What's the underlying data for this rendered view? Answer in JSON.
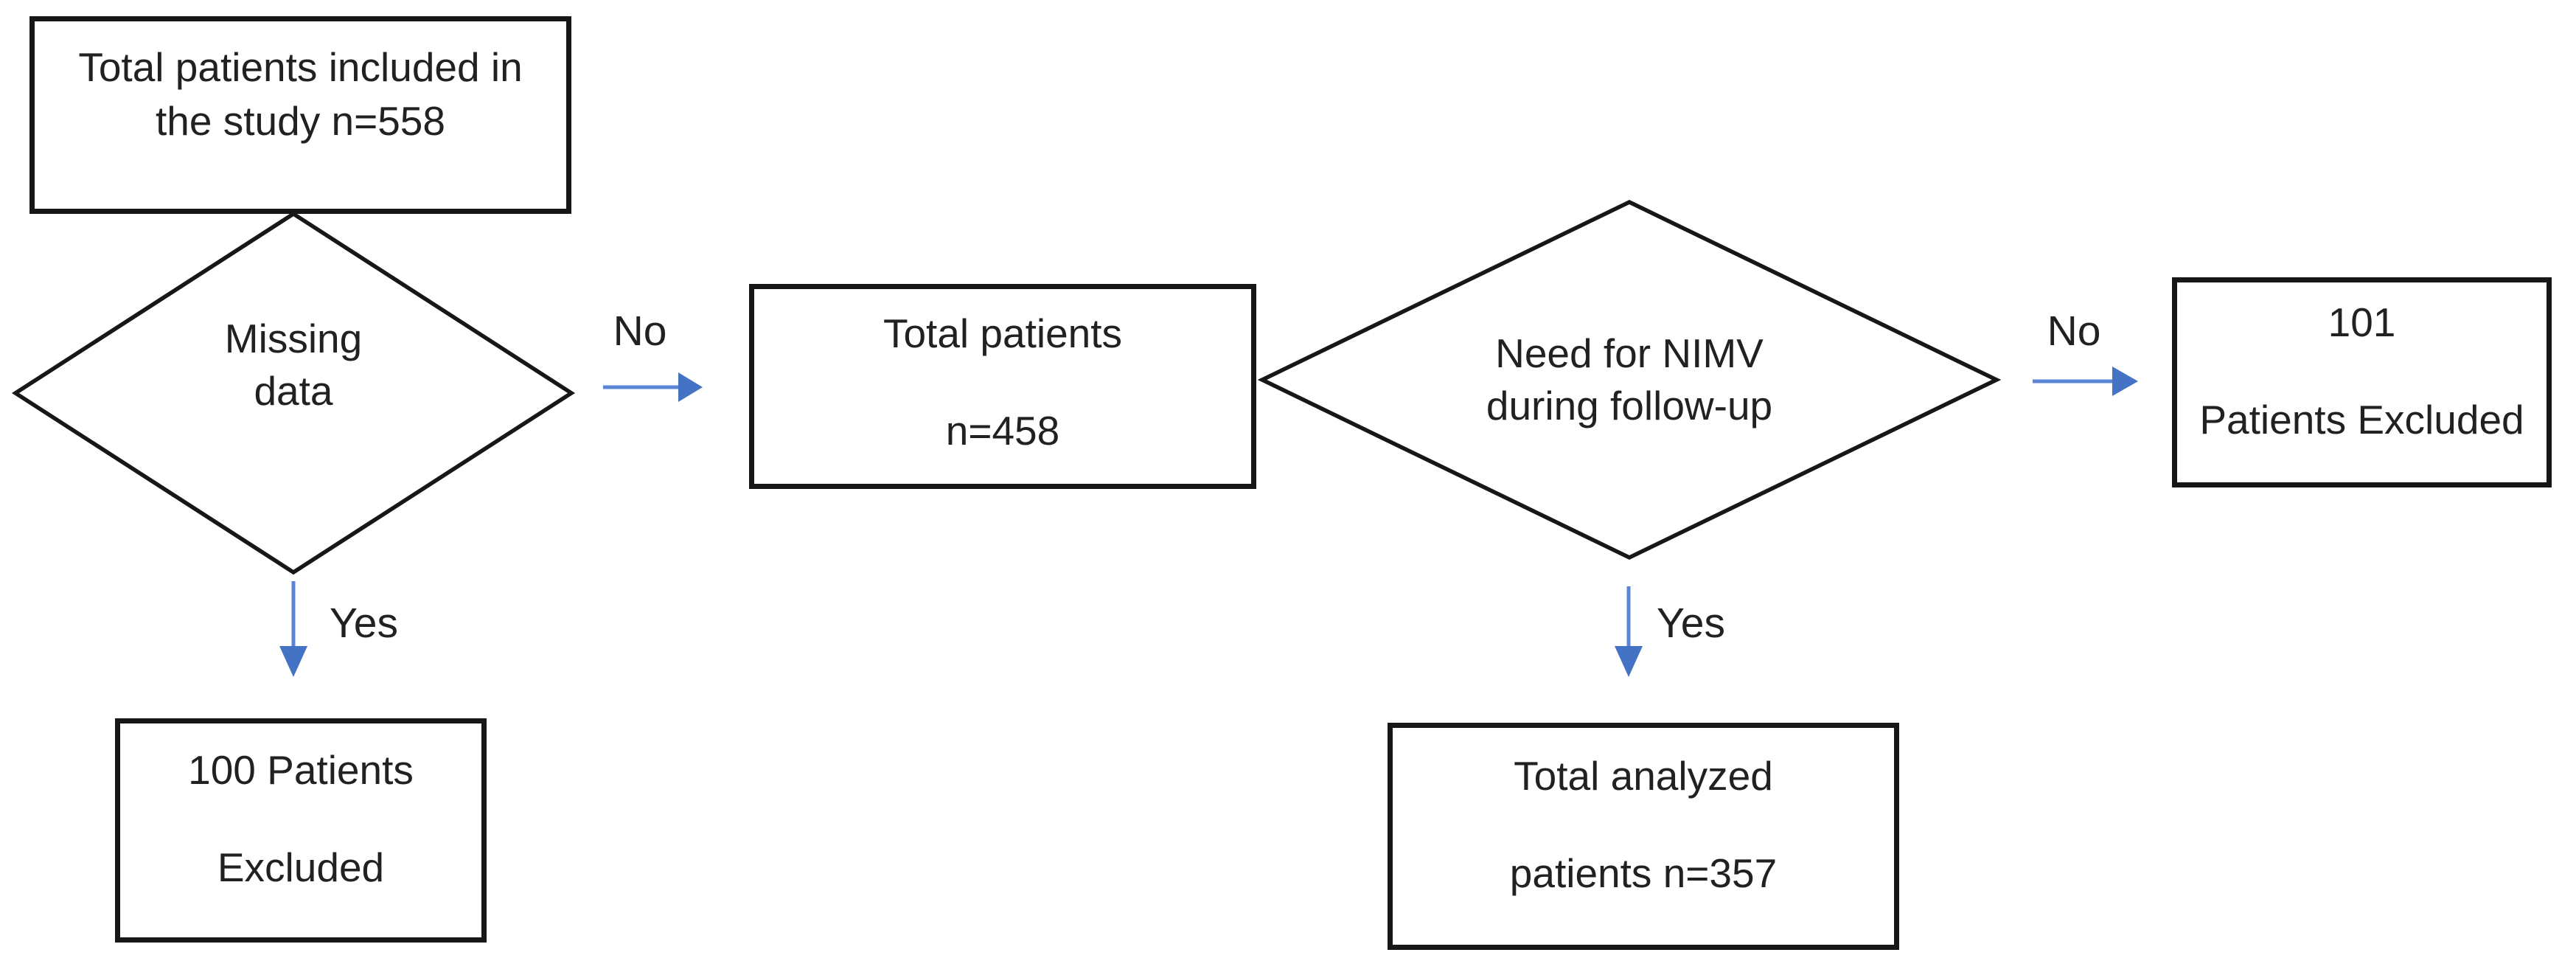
{
  "diagram": {
    "type": "flowchart",
    "nodes": {
      "total_included": {
        "line1": "Total patients included in",
        "line2": "the study n=558"
      },
      "missing_data": {
        "line1": "Missing",
        "line2": "data"
      },
      "total_patients": {
        "line1": "Total patients",
        "line2": "n=458"
      },
      "excluded_missing": {
        "line1": "100 Patients",
        "line2": "Excluded"
      },
      "nimv": {
        "line1": "Need for NIMV",
        "line2": "during follow-up"
      },
      "excluded_nimv": {
        "line1": "101",
        "line2": "Patients Excluded"
      },
      "analyzed": {
        "line1": "Total analyzed",
        "line2": "patients n=357"
      }
    },
    "edge_labels": {
      "missing_no": "No",
      "missing_yes": "Yes",
      "nimv_no": "No",
      "nimv_yes": "Yes"
    },
    "colors": {
      "arrow": "#4472C4",
      "arrow_line": "#5b86d5",
      "outline": "#171717",
      "ink": "#212121",
      "bg": "#ffffff"
    }
  }
}
